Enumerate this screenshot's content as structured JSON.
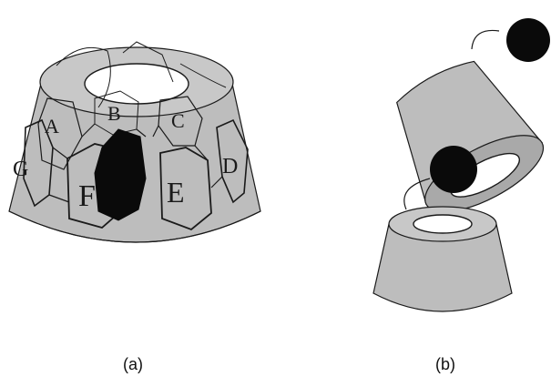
{
  "figure": {
    "panel_a": {
      "caption": "(a)",
      "unit_labels": {
        "A": "A",
        "B": "B",
        "C": "C",
        "D": "D",
        "E": "E",
        "F": "F",
        "G": "G"
      }
    },
    "panel_b": {
      "caption": "(b)"
    }
  },
  "colors": {
    "cone_fill": "#bdbdbd",
    "cone_inner": "#9e9e9e",
    "outline": "#1a1a1a",
    "ball": "#0a0a0a",
    "cavity": "#ffffff",
    "background": "#ffffff"
  }
}
